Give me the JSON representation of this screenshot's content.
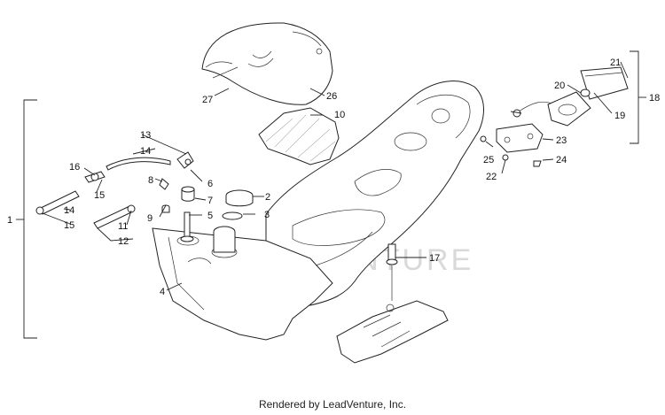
{
  "callouts": {
    "c1": "1",
    "c2": "2",
    "c3": "3",
    "c4": "4",
    "c5": "5",
    "c6": "6",
    "c7": "7",
    "c8": "8",
    "c9": "9",
    "c10": "10",
    "c11": "11",
    "c12": "12",
    "c13": "13",
    "c14a": "14",
    "c14b": "14",
    "c15a": "15",
    "c15b": "15",
    "c16": "16",
    "c17": "17",
    "c18": "18",
    "c19": "19",
    "c20": "20",
    "c21": "21",
    "c22": "22",
    "c23": "23",
    "c24": "24",
    "c25": "25",
    "c26": "26",
    "c27": "27"
  },
  "watermark": "LEADVENTURE",
  "footer": "Rendered by LeadVenture, Inc.",
  "colors": {
    "line": "#222222",
    "background": "#ffffff",
    "watermark": "#d9d9d9"
  }
}
